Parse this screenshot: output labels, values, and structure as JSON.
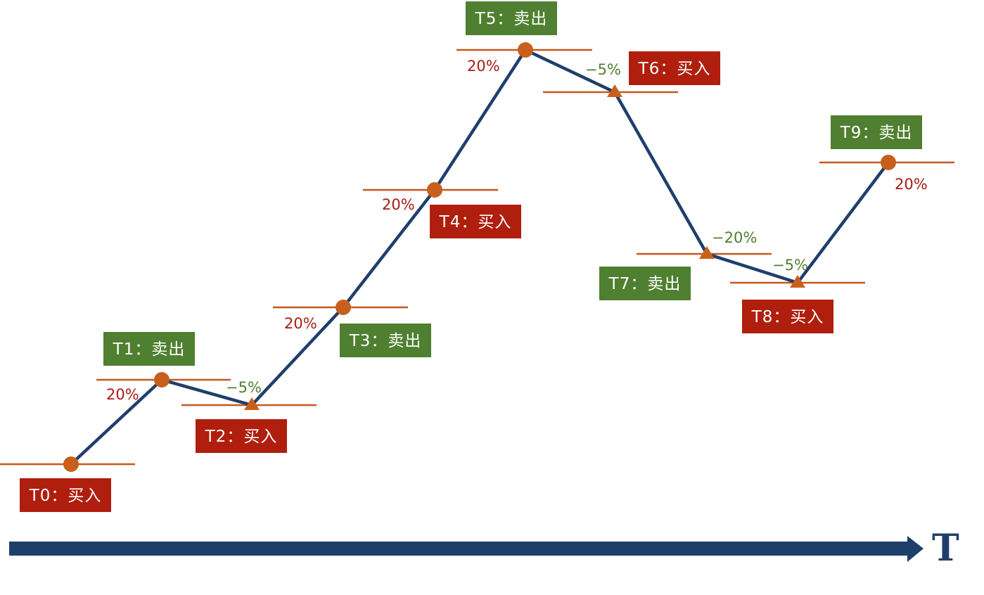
{
  "colors": {
    "line": "#1f3f6b",
    "level": "#c4591e",
    "marker": "#c8601c",
    "buy_box": "#b01e0e",
    "sell_box": "#4f7f30",
    "pct_up": "#a61e14",
    "pct_down": "#4f7f30",
    "axis": "#1f3f6b"
  },
  "points": [
    {
      "id": "T0",
      "label": "T0：买入",
      "action": "buy",
      "marker": "circle",
      "pct": ""
    },
    {
      "id": "T1",
      "label": "T1：卖出",
      "action": "sell",
      "marker": "circle",
      "pct": "20%"
    },
    {
      "id": "T2",
      "label": "T2：买入",
      "action": "buy",
      "marker": "triangle",
      "pct": "−5%"
    },
    {
      "id": "T3",
      "label": "T3：卖出",
      "action": "sell",
      "marker": "circle",
      "pct": "20%"
    },
    {
      "id": "T4",
      "label": "T4：买入",
      "action": "buy",
      "marker": "circle",
      "pct": "20%"
    },
    {
      "id": "T5",
      "label": "T5：卖出",
      "action": "sell",
      "marker": "circle",
      "pct": "20%"
    },
    {
      "id": "T6",
      "label": "T6：买入",
      "action": "buy",
      "marker": "triangle",
      "pct": "−5%"
    },
    {
      "id": "T7",
      "label": "T7：卖出",
      "action": "sell",
      "marker": "triangle",
      "pct": "−20%"
    },
    {
      "id": "T8",
      "label": "T8：买入",
      "action": "buy",
      "marker": "triangle",
      "pct": "−5%"
    },
    {
      "id": "T9",
      "label": "T9：卖出",
      "action": "sell",
      "marker": "circle",
      "pct": "20%"
    }
  ],
  "axis": {
    "label": "T"
  }
}
